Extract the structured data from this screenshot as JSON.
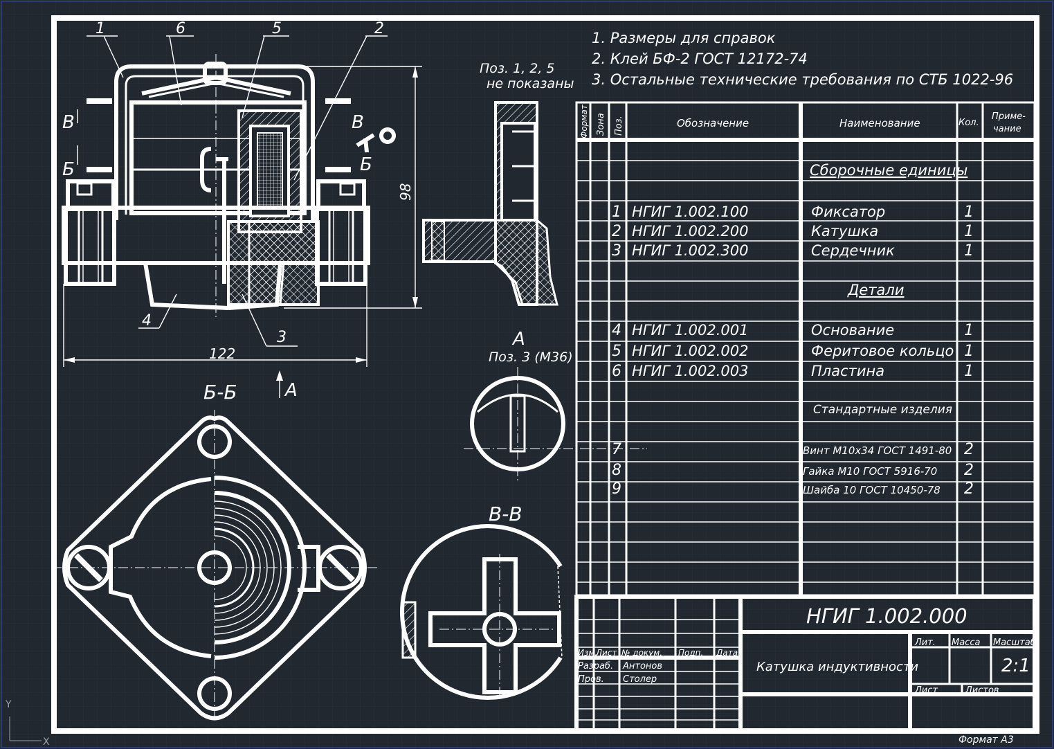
{
  "colors": {
    "background": "#212830",
    "lines": "#ffffff",
    "grid": "#2b323b",
    "frame_blue": "#2c3a78"
  },
  "notes": [
    "1. Размеры для справок",
    "2. Клей БФ-2 ГОСТ 12172-74",
    "3. Остальные технические требования по СТБ 1022-96"
  ],
  "callouts": {
    "c1": "1",
    "c6": "6",
    "c5": "5",
    "c2": "2",
    "c4": "4",
    "c3": "3"
  },
  "dimensions": {
    "width": "122",
    "height": "98"
  },
  "section_marks": {
    "v": "В",
    "b": "Б",
    "a": "А"
  },
  "side_view_note": [
    "Поз. 1, 2, 5",
    "не показаны"
  ],
  "view_a": {
    "title": "А",
    "subtitle": "Поз. 3 (М36)"
  },
  "section_bb": "Б-Б",
  "section_vv": "В-В",
  "spec_table": {
    "headers": {
      "format": "Формат",
      "zone": "Зона",
      "pos": "Поз.",
      "designation": "Обозначение",
      "name": "Наименование",
      "qty": "Кол.",
      "note1": "Приме-",
      "note2": "чание"
    },
    "sections": {
      "assembly": "Сборочные единицы",
      "parts": "Детали",
      "standard": "Стандартные изделия"
    },
    "rows": [
      {
        "pos": "1",
        "designation": "НГИГ 1.002.100",
        "name": "Фиксатор",
        "qty": "1"
      },
      {
        "pos": "2",
        "designation": "НГИГ 1.002.200",
        "name": "Катушка",
        "qty": "1"
      },
      {
        "pos": "3",
        "designation": "НГИГ 1.002.300",
        "name": "Сердечник",
        "qty": "1"
      },
      {
        "pos": "4",
        "designation": "НГИГ 1.002.001",
        "name": "Основание",
        "qty": "1"
      },
      {
        "pos": "5",
        "designation": "НГИГ 1.002.002",
        "name": "Феритовое кольцо",
        "qty": "1"
      },
      {
        "pos": "6",
        "designation": "НГИГ 1.002.003",
        "name": "Пластина",
        "qty": "1"
      },
      {
        "pos": "7",
        "designation": "",
        "name": "Винт М10х34 ГОСТ 1491-80",
        "qty": "2"
      },
      {
        "pos": "8",
        "designation": "",
        "name": "Гайка М10 ГОСТ 5916-70",
        "qty": "2"
      },
      {
        "pos": "9",
        "designation": "",
        "name": "Шайба 10 ГОСТ 10450-78",
        "qty": "2"
      }
    ]
  },
  "title_block": {
    "doc_number": "НГИГ 1.002.000",
    "doc_name": "Катушка индуктивности",
    "lit": "Лит.",
    "mass": "Масса",
    "scale_label": "Масштаб",
    "scale": "2:1",
    "sheet": "Лист",
    "sheets": "Листов",
    "col_izm": "Изм.",
    "col_list": "Лист",
    "col_doc": "№ докум.",
    "col_sign": "Подп.",
    "col_date": "Дата",
    "razrab": "Разраб.",
    "razrab_name": "Антонов",
    "prov": "Пров.",
    "prov_name": "Столер"
  },
  "format": "Формат А3",
  "ucs": {
    "y": "Y",
    "x": "X"
  }
}
